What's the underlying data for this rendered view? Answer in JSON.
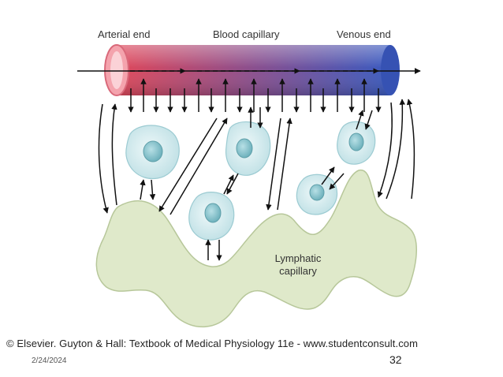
{
  "labels": {
    "arterial_end": "Arterial end",
    "blood_capillary": "Blood capillary",
    "venous_end": "Venous end",
    "lymphatic_line1": "Lymphatic",
    "lymphatic_line2": "capillary"
  },
  "footer": {
    "copyright": "© Elsevier. Guyton & Hall: Textbook of Medical Physiology 11e - www.studentconsult.com",
    "date": "2/24/2024",
    "page_number": "32"
  },
  "colors": {
    "arterial": "#e0485a",
    "venous": "#3a5bc0",
    "lymph_fill": "#dde8c8",
    "lymph_stroke": "#b7c79a",
    "cell_fill": "#d6ecef",
    "nucleus_fill": "#8fc6cf"
  }
}
